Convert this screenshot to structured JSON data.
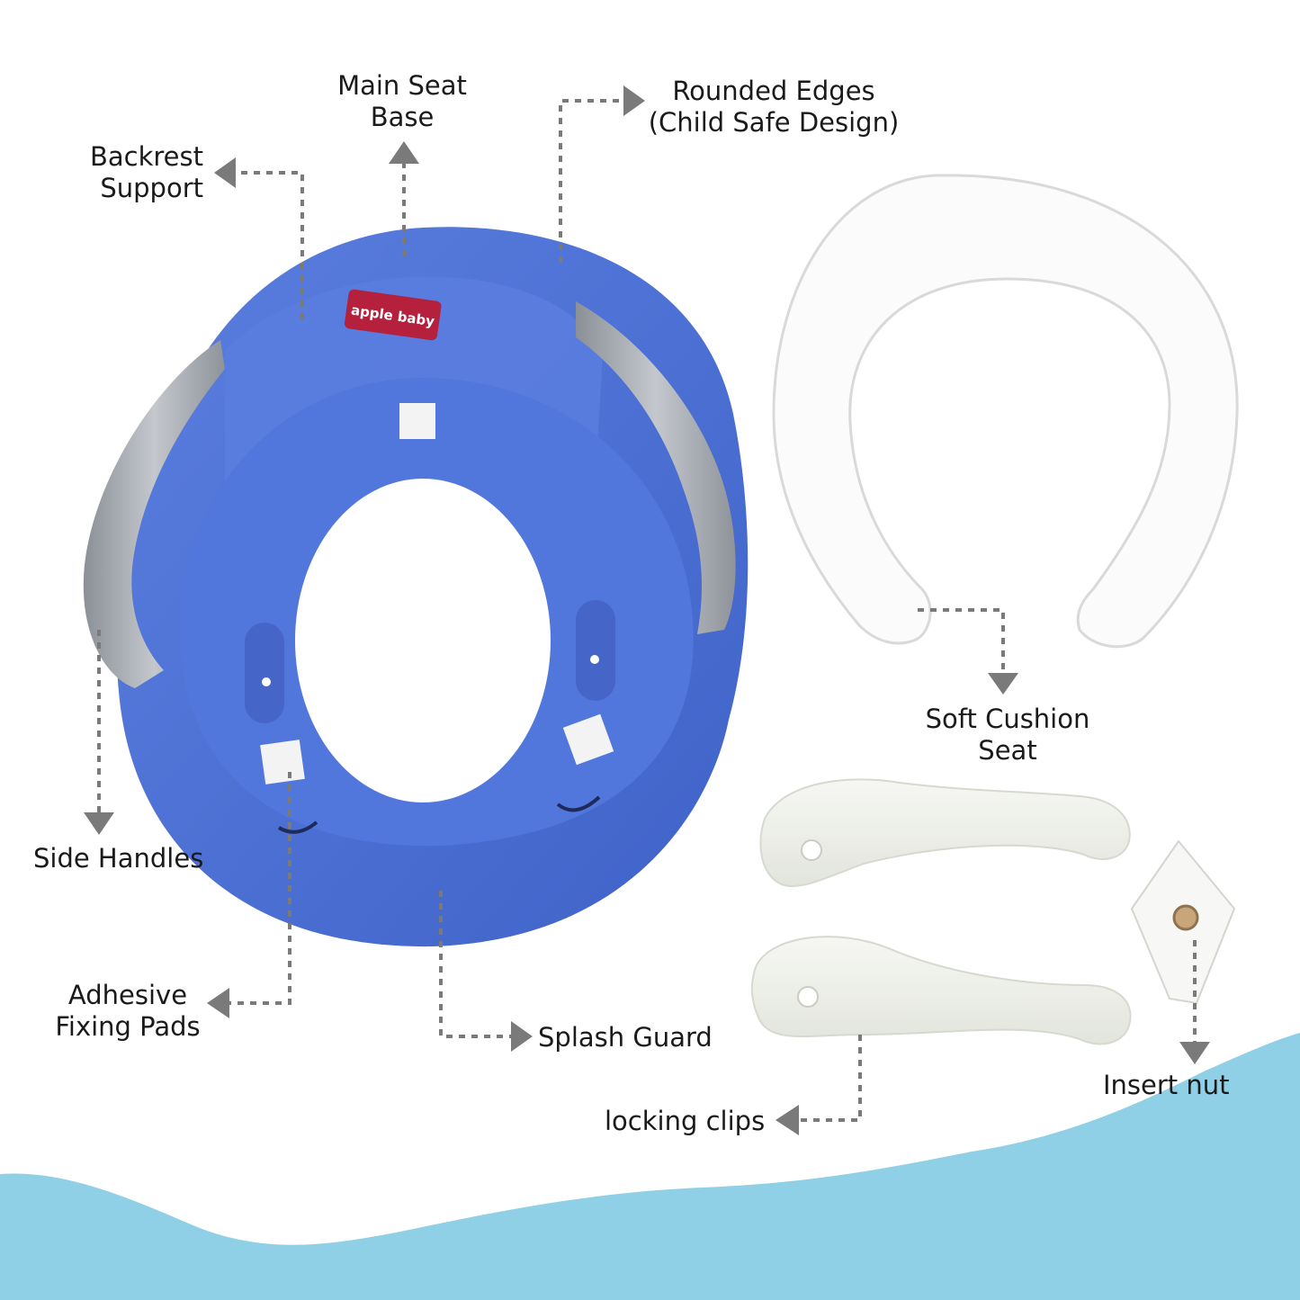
{
  "brand": {
    "logo_text": "apple baby"
  },
  "colors": {
    "seat_blue": "#4f72d6",
    "seat_blue_dark": "#3a5bbd",
    "handle_silver": "#a4a9b0",
    "cushion_white": "#fbfbfb",
    "clip_white": "#eef1ea",
    "wave_blue": "#8fd0e6",
    "arrow_gray": "#7a7a7a",
    "logo_red": "#b5213c"
  },
  "labels": {
    "main_seat_base": [
      "Main Seat",
      "Base"
    ],
    "rounded_edges": [
      "Rounded Edges",
      "(Child Safe Design)"
    ],
    "backrest_support": [
      "Backrest",
      "Support"
    ],
    "soft_cushion_seat": [
      "Soft Cushion",
      "Seat"
    ],
    "side_handles": "Side Handles",
    "adhesive_fixing_pads": [
      "Adhesive",
      "Fixing Pads"
    ],
    "splash_guard": "Splash Guard",
    "insert_nut": "Insert nut",
    "locking_clips": "locking clips"
  }
}
